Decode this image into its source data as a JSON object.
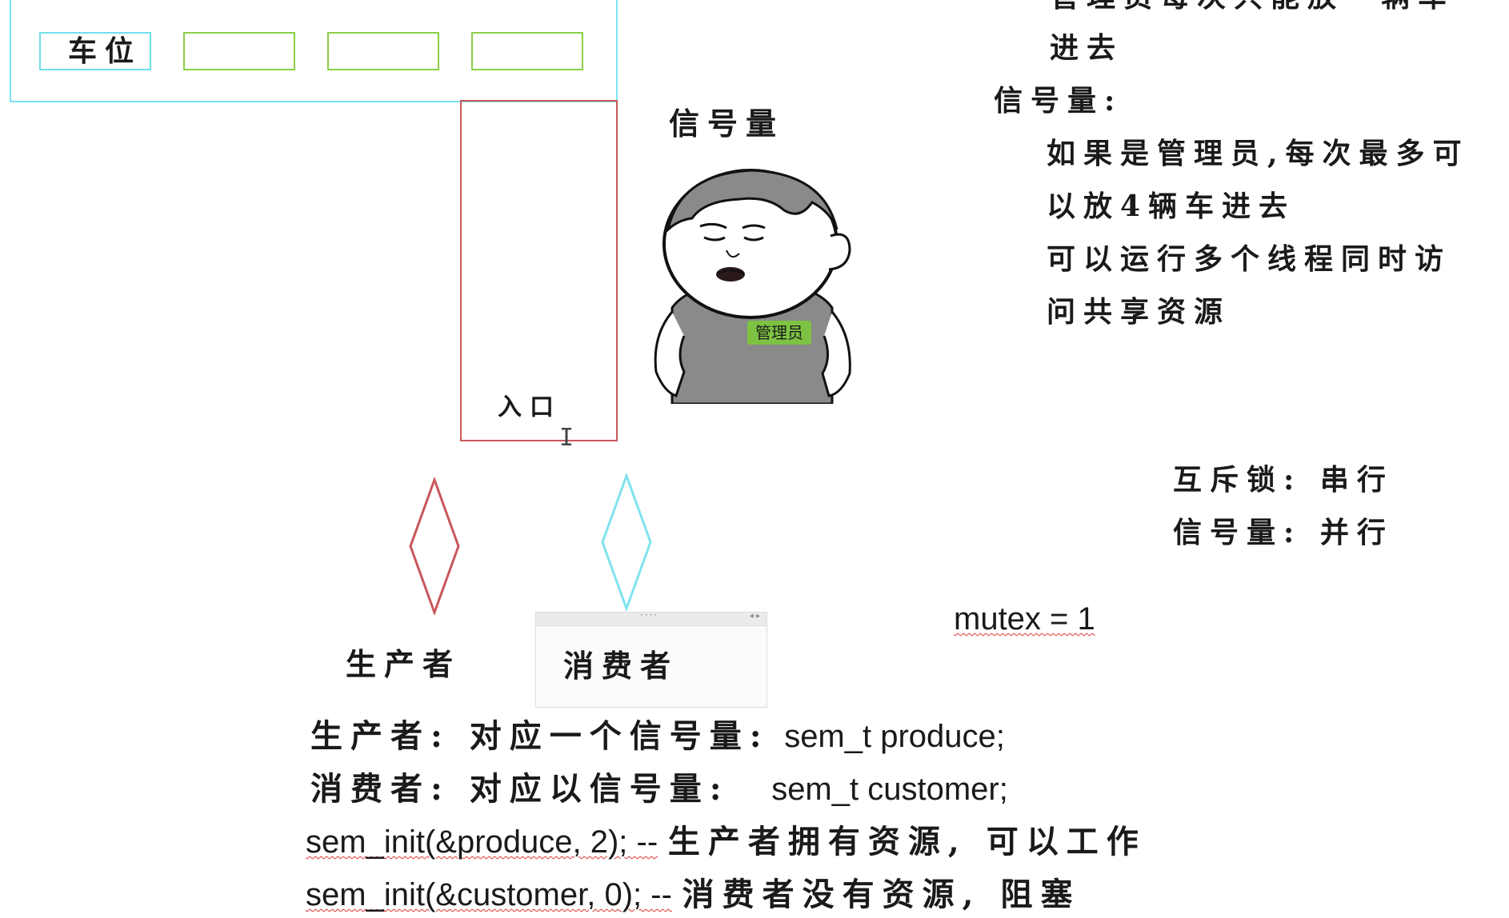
{
  "parking": {
    "slot_label": "车位",
    "entrance_label": "入口"
  },
  "semaphore_title": "信号量",
  "manager_badge": "管理员",
  "right_notes": {
    "top_line_partial": "管理员每次只能放一辆车",
    "line_2": "进去",
    "heading": "信号量:",
    "line_3": "如果是管理员,每次最多可",
    "line_4": "以放4辆车进去",
    "line_5": "可以运行多个线程同时访",
    "line_6": "问共享资源"
  },
  "comparison": {
    "mutex": "互斥锁: 串行",
    "semaphore": "信号量: 并行"
  },
  "mutex_expr": "mutex = 1",
  "roles": {
    "producer": "生产者",
    "consumer": "消费者"
  },
  "code_lines": {
    "producer_desc": "生产者: 对应一个信号量:",
    "producer_code": "sem_t produce;",
    "consumer_desc": "消费者: 对应以信号量:",
    "consumer_code": "sem_t customer;",
    "init_produce_code": "sem_init(&produce, 2); --",
    "init_produce_desc": "生产者拥有资源, 可以工作",
    "init_customer_code": "sem_init(&customer, 0); --",
    "init_customer_desc": "消费者没有资源, 阻塞"
  },
  "colors": {
    "lot_outline": "#7fe3ee",
    "slot_green": "#8bcf4a",
    "entrance_red": "#c9575c",
    "producer_diamond": "#c9575c",
    "consumer_diamond": "#7fe3ee",
    "badge_green": "#7dc242"
  }
}
